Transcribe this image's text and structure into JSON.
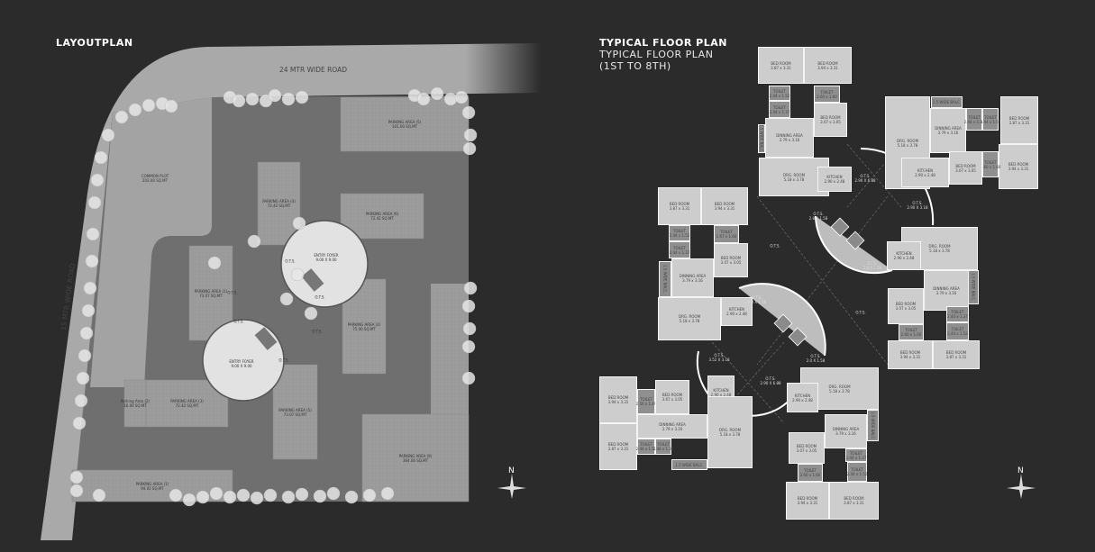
{
  "layout_plan": {
    "title": "LAYOUTPLAN",
    "roads": {
      "top": "24 MTR WIDE ROAD",
      "left": "15 MTR WIDE ROAD"
    },
    "common_plot": {
      "name": "COMMON PLOT",
      "area": "203.00 SQ.MT"
    },
    "foyers": [
      {
        "name": "ENTRY FOYER",
        "size": "9.00 X 9.00"
      },
      {
        "name": "ENTRY FOYER",
        "size": "9.00 X 9.00"
      }
    ],
    "parking": [
      {
        "name": "PARKING AREA (5)",
        "area": "101.00 SQ.MT"
      },
      {
        "name": "PARKING AREA (4)",
        "area": "72.42 SQ.MT"
      },
      {
        "name": "PARKING AREA (6)",
        "area": "72.42 SQ.MT"
      },
      {
        "name": "PARKING AREA (1)",
        "area": "73.07 SQ.MT"
      },
      {
        "name": "PARKING AREA (2)",
        "area": "75.00 SQ.MT"
      },
      {
        "name": "PARKING AREA (3)",
        "area": "72.42 SQ.MT"
      },
      {
        "name": "Parking Area (2)",
        "area": "16.00 SQ.MT"
      },
      {
        "name": "PARKING AREA (5)",
        "area": "73.07 SQ.MT"
      },
      {
        "name": "PARKING AREA (9)",
        "area": "364.06 SQ.MT"
      },
      {
        "name": "PARKING AREA (1)",
        "area": "94.02 SQ.MT"
      }
    ],
    "ots_labels": [
      "O.T.S.",
      "O.T.S.",
      "O.T.S.",
      "O.T.S.",
      "O.T.S.",
      "O.T.S."
    ],
    "north_label": "N"
  },
  "floor_plan": {
    "title": "TYPICAL FLOOR PLAN",
    "subtitle": "TYPICAL FLOOR PLAN",
    "floors": "(1ST TO 8TH)",
    "north_label": "N",
    "flats": [
      {
        "rooms": [
          {
            "name": "BED ROOM",
            "size": "3.87 x 3.31"
          },
          {
            "name": "BED ROOM",
            "size": "3.94 x 3.31"
          },
          {
            "name": "TOILET",
            "size": "2.44 x 1.52"
          },
          {
            "name": "TOILET",
            "size": "2.44 x 1.37"
          },
          {
            "name": "TOILET",
            "size": "2.60 x 1.60"
          },
          {
            "name": "BED ROOM",
            "size": "3.07 x 3.05"
          },
          {
            "name": "DINNING AREA",
            "size": "3.79 x 3.16"
          },
          {
            "name": "1.5 WIDE BALC.",
            "size": ""
          },
          {
            "name": "DRG. ROOM",
            "size": "5.18 x 3.78"
          },
          {
            "name": "KITCHEN",
            "size": "2.90 x 2.48"
          }
        ]
      },
      {
        "rooms": [
          {
            "name": "DRG. ROOM",
            "size": "5.18 x 3.78"
          },
          {
            "name": "DINNING AREA",
            "size": "3.79 x 3.16"
          },
          {
            "name": "1.5 WIDE BALC.",
            "size": ""
          },
          {
            "name": "TOILET",
            "size": "2.44 x 1.37"
          },
          {
            "name": "TOILET",
            "size": "2.44 x 1.52"
          },
          {
            "name": "BED ROOM",
            "size": "3.87 x 3.31"
          },
          {
            "name": "BED ROOM",
            "size": "3.94 x 3.31"
          },
          {
            "name": "TOILET",
            "size": "2.60 x 1.60"
          },
          {
            "name": "BED ROOM",
            "size": "3.07 x 3.05"
          },
          {
            "name": "KITCHEN",
            "size": "2.90 x 2.48"
          }
        ]
      },
      {
        "rooms": [
          {
            "name": "BED ROOM",
            "size": "3.87 x 3.31"
          },
          {
            "name": "BED ROOM",
            "size": "3.94 x 3.31"
          },
          {
            "name": "TOILET",
            "size": "2.44 x 1.52"
          },
          {
            "name": "TOILET",
            "size": "2.44 x 1.37"
          },
          {
            "name": "TOILET",
            "size": "1.67 x 1.60"
          },
          {
            "name": "BED ROOM",
            "size": "3.07 x 3.05"
          },
          {
            "name": "DINNING AREA",
            "size": "3.79 x 3.16"
          },
          {
            "name": "1.5 WIDE BALC.",
            "size": ""
          },
          {
            "name": "DRG. ROOM",
            "size": "5.18 x 3.78"
          },
          {
            "name": "KITCHEN",
            "size": "2.90 x 2.48"
          }
        ]
      },
      {
        "rooms": [
          {
            "name": "DRG. ROOM",
            "size": "5.18 x 3.78"
          },
          {
            "name": "KITCHEN",
            "size": "2.90 x 2.48"
          },
          {
            "name": "DINNING AREA",
            "size": "3.79 x 3.16"
          },
          {
            "name": "1.5 WIDE BALC.",
            "size": ""
          },
          {
            "name": "BED ROOM",
            "size": "3.07 x 3.05"
          },
          {
            "name": "TOILET",
            "size": "2.44 x 1.37"
          },
          {
            "name": "TOILET",
            "size": "2.44 x 1.52"
          },
          {
            "name": "TOILET",
            "size": "2.60 x 1.60"
          },
          {
            "name": "BED ROOM",
            "size": "3.94 x 3.31"
          },
          {
            "name": "BED ROOM",
            "size": "3.87 x 3.31"
          }
        ]
      },
      {
        "rooms": [
          {
            "name": "BED ROOM",
            "size": "3.94 x 3.31"
          },
          {
            "name": "BED ROOM",
            "size": "3.87 x 3.31"
          },
          {
            "name": "TOILET",
            "size": "2.50 x 1.49"
          },
          {
            "name": "BED ROOM",
            "size": "3.67 x 3.05"
          },
          {
            "name": "KITCHEN",
            "size": "2.90 x 2.48"
          },
          {
            "name": "DINNING AREA",
            "size": "3.79 x 3.16"
          },
          {
            "name": "DRG. ROOM",
            "size": "5.18 x 3.78"
          },
          {
            "name": "TOILET",
            "size": "2.44 x 1.52"
          },
          {
            "name": "TOILET",
            "size": "2.44 x 1.37"
          },
          {
            "name": "1.5 WIDE BALC.",
            "size": ""
          }
        ]
      },
      {
        "rooms": [
          {
            "name": "DRG. ROOM",
            "size": "5.18 x 3.78"
          },
          {
            "name": "KITCHEN",
            "size": "2.90 x 2.48"
          },
          {
            "name": "DINNING AREA",
            "size": "3.79 x 3.16"
          },
          {
            "name": "1.5 WIDE BALC.",
            "size": ""
          },
          {
            "name": "BED ROOM",
            "size": "3.07 x 3.05"
          },
          {
            "name": "TOILET",
            "size": "2.44 x 1.37"
          },
          {
            "name": "TOILET",
            "size": "2.44 x 1.52"
          },
          {
            "name": "TOILET",
            "size": "2.60 x 1.60"
          },
          {
            "name": "BED ROOM",
            "size": "3.94 x 3.31"
          },
          {
            "name": "BED ROOM",
            "size": "3.87 x 3.31"
          }
        ]
      }
    ],
    "ots_labels": [
      {
        "name": "O.T.S.",
        "size": "2.90 X 6.88"
      },
      {
        "name": "O.T.S.",
        "size": "2.8 X 1.58"
      },
      {
        "name": "O.T.S.",
        "size": ""
      },
      {
        "name": "O.T.S.",
        "size": "2.90 X 3.18"
      },
      {
        "name": "O.T.S.",
        "size": "2.0 X 1.58"
      },
      {
        "name": "O.T.S.",
        "size": ""
      },
      {
        "name": "O.T.S.",
        "size": "2.8 X 1.58"
      },
      {
        "name": "O.T.S.",
        "size": "3.52 X 3.18"
      },
      {
        "name": "O.T.S.",
        "size": "2.90 X 6.88"
      },
      {
        "name": "O.T.S.",
        "size": "2.0 X 1.58"
      }
    ]
  },
  "colors": {
    "background": "#2b2b2c",
    "road": "#a9a9a9",
    "site": "#6f6f6f",
    "parking": "#9c9c9c",
    "room": "#cdcdcd",
    "toilet": "#8f8f8f"
  }
}
